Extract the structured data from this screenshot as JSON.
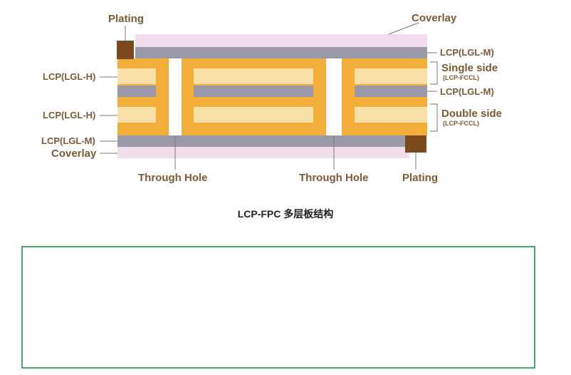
{
  "diagram": {
    "labels": {
      "plating_top": "Plating",
      "coverlay_top": "Coverlay",
      "lcp_m_top": "LCP(LGL-M)",
      "single_side": "Single side",
      "single_side_sub": "(LCP-FCCL)",
      "lcp_m_mid": "LCP(LGL-M)",
      "double_side": "Double side",
      "double_side_sub": "(LCP-FCCL)",
      "lcp_h_1": "LCP(LGL-H)",
      "lcp_h_2": "LCP(LGL-H)",
      "lcp_m_bottom": "LCP(LGL-M)",
      "coverlay_bottom": "Coverlay",
      "through_hole_1": "Through Hole",
      "through_hole_2": "Through Hole",
      "plating_bottom": "Plating"
    },
    "caption": "LCP-FPC 多层板结构"
  },
  "colors": {
    "coverlay": "#f1dcec",
    "lcp_m": "#9b98a8",
    "copper": "#f3ae3a",
    "lcp_h": "#f9dfa8",
    "plating": "#7b4a1e",
    "label": "#7b5a35",
    "frame": "#4aa867"
  }
}
